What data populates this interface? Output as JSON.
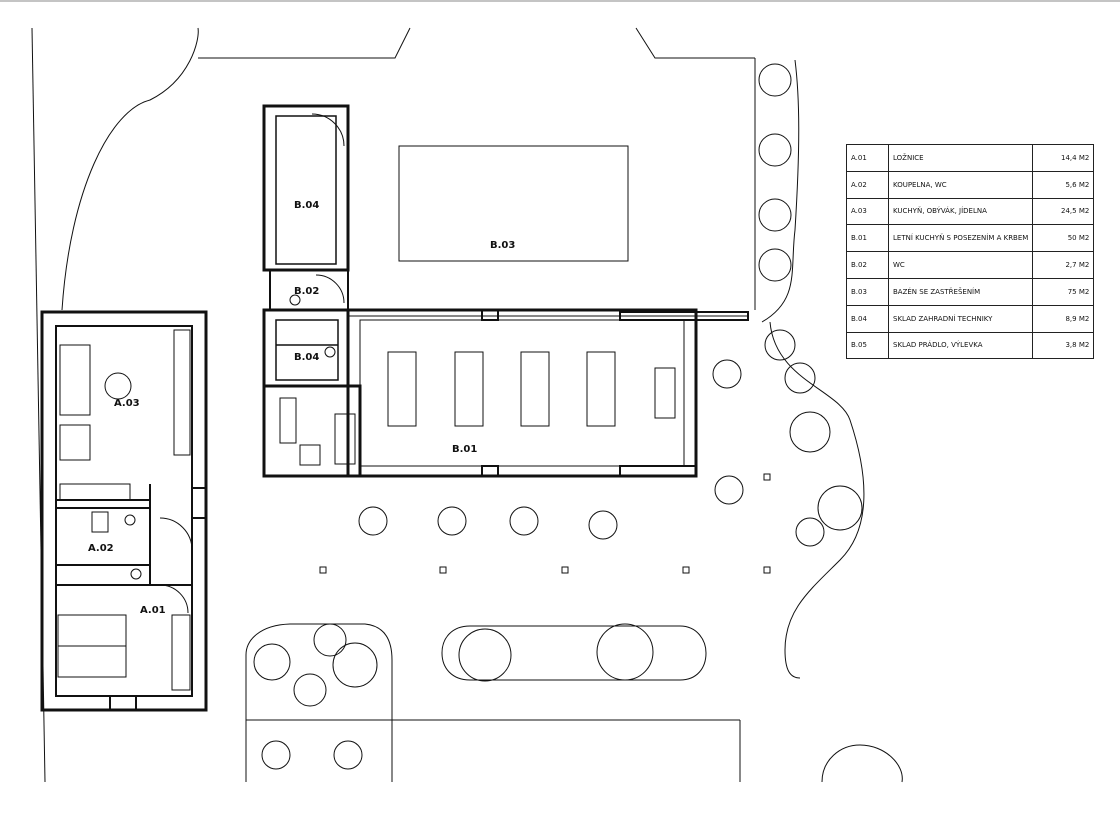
{
  "rooms": {
    "b04_upper": "B.04",
    "b03": "B.03",
    "b02": "B.02",
    "b04_lower": "B.04",
    "b01": "B.01",
    "a03": "A.03",
    "a02": "A.02",
    "a01": "A.01"
  },
  "legend": [
    {
      "code": "A.01",
      "name": "LOŽNICE",
      "area": "14,4 M2"
    },
    {
      "code": "A.02",
      "name": "KOUPELNA, WC",
      "area": "5,6 M2"
    },
    {
      "code": "A.03",
      "name": "KUCHYŇ, OBÝVÁK, JÍDELNA",
      "area": "24,5 M2"
    },
    {
      "code": "B.01",
      "name": "LETNÍ KUCHYŇ S POSEZENÍM A KRBEM",
      "area": "50 M2"
    },
    {
      "code": "B.02",
      "name": "WC",
      "area": "2,7 M2"
    },
    {
      "code": "B.03",
      "name": "BAZÉN SE ZASTŘEŠENÍM",
      "area": "75 M2"
    },
    {
      "code": "B.04",
      "name": "SKLAD ZAHRADNÍ TECHNIKY",
      "area": "8,9 M2"
    },
    {
      "code": "B.05",
      "name": "SKLAD PRÁDLO, VÝLEVKA",
      "area": "3,8 M2"
    }
  ]
}
